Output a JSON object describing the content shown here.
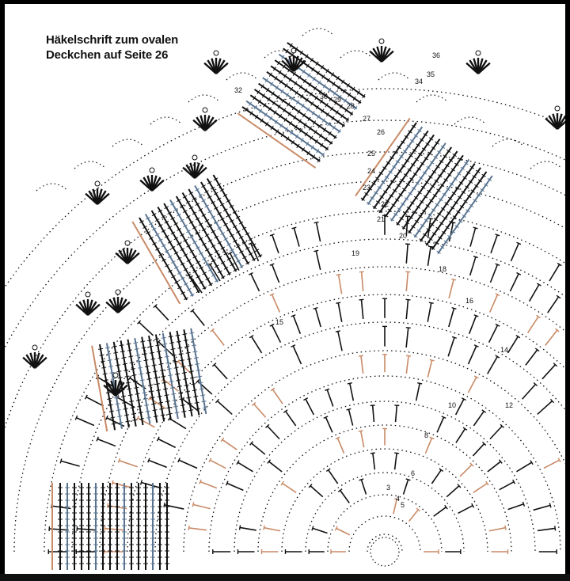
{
  "title": {
    "line1": "Häkelschrift zum ovalen",
    "line2": "Deckchen auf Seite 26"
  },
  "round_numbers": [
    "3",
    "4",
    "5",
    "6",
    "8",
    "10",
    "12",
    "14",
    "15",
    "16",
    "18",
    "19",
    "20",
    "21",
    "22",
    "23",
    "24",
    "25",
    "26",
    "27",
    "28",
    "29",
    "30",
    "32",
    "34",
    "35",
    "36"
  ],
  "colors": {
    "ink": "#111111",
    "blue": "#5a7490",
    "orange": "#c88a66",
    "background": "#ffffff"
  }
}
